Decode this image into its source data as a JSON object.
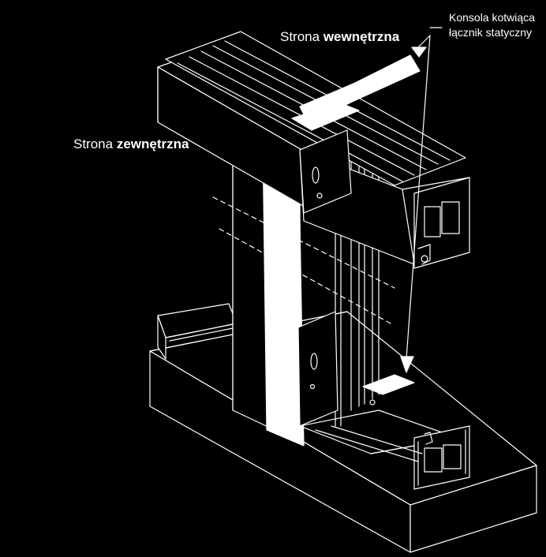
{
  "labels": {
    "inner": {
      "prefix": "Strona",
      "emph": "wewnętrzna"
    },
    "outer": {
      "prefix": "Strona",
      "emph": "zewnętrzna"
    },
    "bracket_line1": "Konsola kotwiąca",
    "bracket_line2": "łącznik statyczny"
  },
  "colors": {
    "background": "#000000",
    "line": "#ffffff",
    "fill_white": "#ffffff"
  }
}
